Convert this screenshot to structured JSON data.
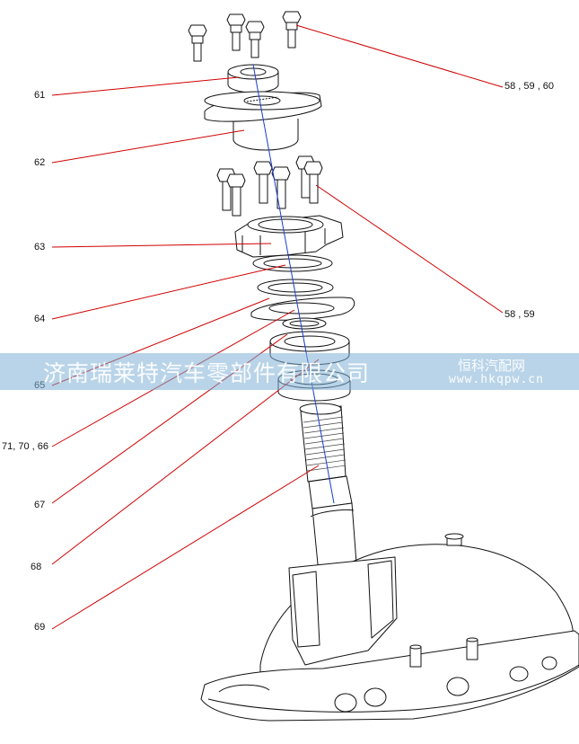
{
  "callouts": {
    "c61": "61",
    "c62": "62",
    "c63": "63",
    "c64": "64",
    "c65": "65",
    "c66": "71, 70 , 66",
    "c67": "67",
    "c68": "68",
    "c69": "69",
    "c58a": "58  ,  59  ,  60",
    "c58b": "58  ,  59"
  },
  "watermark": {
    "company": "济南瑞莱特汽车零部件有限公司",
    "site": "恒科汽配网",
    "url": "www.hkqpw.cn"
  },
  "colors": {
    "leader": "#d00000",
    "axis": "#1a3ccf",
    "outline": "#111111",
    "band": "#80b0d6"
  }
}
